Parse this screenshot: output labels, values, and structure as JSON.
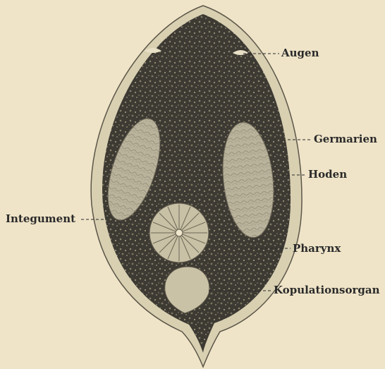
{
  "labels": {
    "augen": "Augen",
    "germarien": "Germarien",
    "hoden": "Hoden",
    "integument": "Integument",
    "pharynx": "Pharynx",
    "kopulationsorgan": "Kopulationsorgan"
  },
  "colors": {
    "background": "#efe4c8",
    "integument": "#d9d0b2",
    "body_dark": "#3d3a33",
    "organ_light": "#b9b39c",
    "ink": "#2a2a2a"
  }
}
